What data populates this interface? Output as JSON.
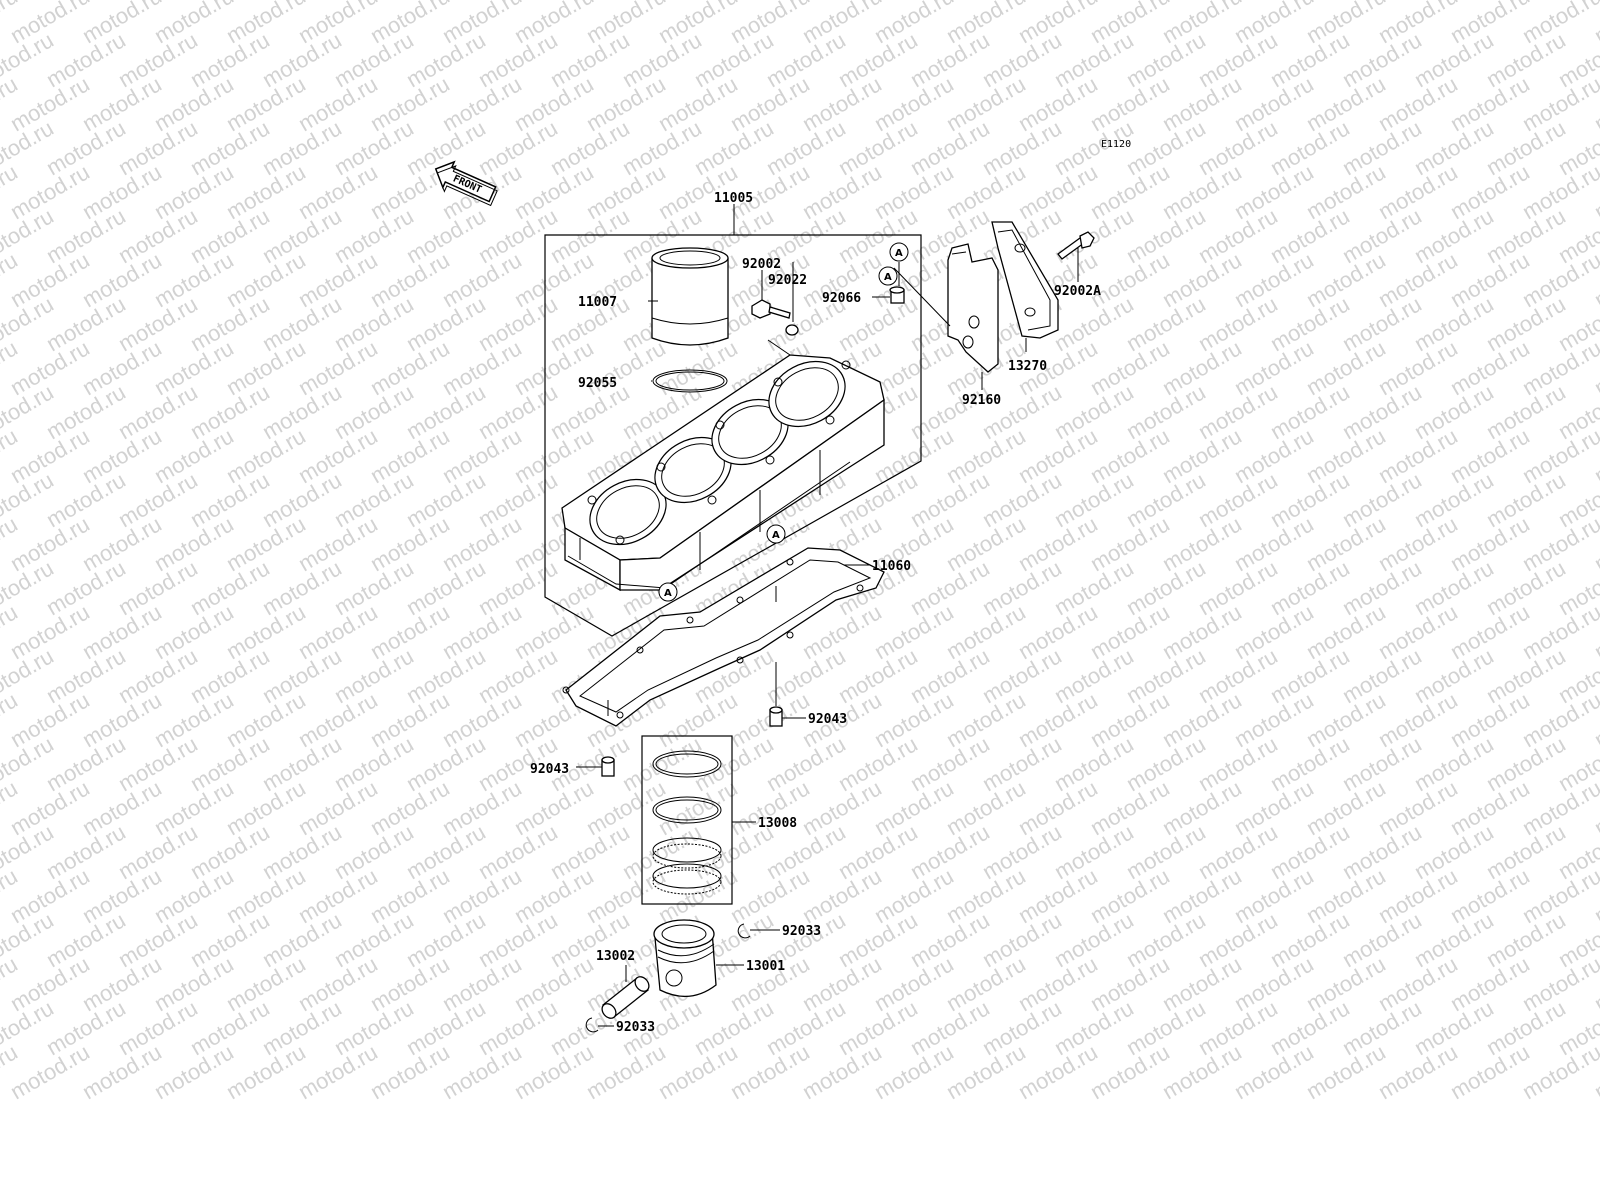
{
  "diagram_code": "E1120",
  "front_label": "FRONT",
  "watermark": "motod.ru",
  "ref_letter": "A",
  "parts": {
    "cylinder_kit": "11005",
    "liner": "11007",
    "bolt": "92002",
    "washer": "92022",
    "plug": "92066",
    "o_ring": "92055",
    "bracket": "92160",
    "cover": "13270",
    "cover_bolt": "92002A",
    "base_gasket": "11060",
    "dowel_right": "92043",
    "dowel_left": "92043",
    "ring_set": "13008",
    "circlip_top": "92033",
    "pin": "13002",
    "piston": "13001",
    "circlip_bottom": "92033"
  }
}
